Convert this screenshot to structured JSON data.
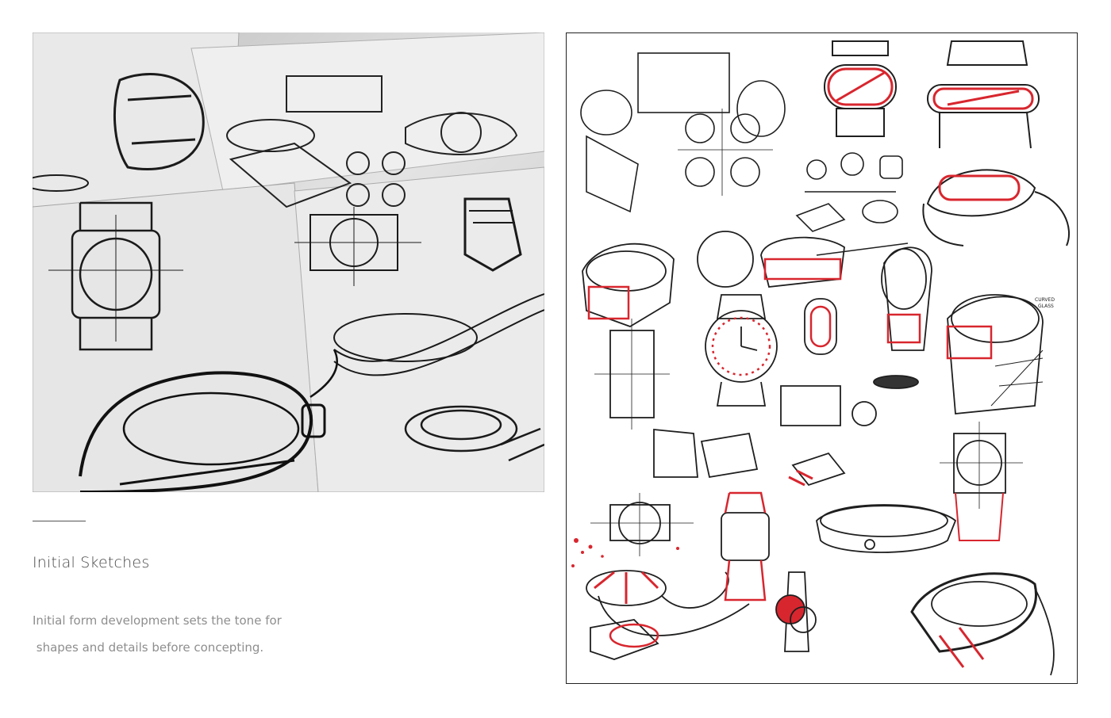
{
  "caption": {
    "title": "Initial Sketches",
    "line1": "Initial form development sets the tone for",
    "line2": " shapes and details before concepting."
  },
  "sheet_note": {
    "line1": "CURVED",
    "line2": "GLASS"
  },
  "colors": {
    "accent_red": "#d8262e",
    "ink": "#1f1f1f",
    "paper_photo": "#d6d6d6",
    "caption_text": "#8e8e8e"
  }
}
